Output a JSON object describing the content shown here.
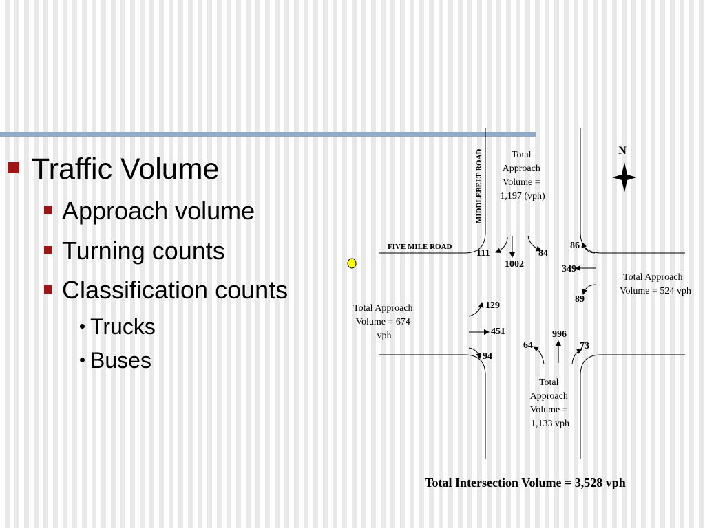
{
  "bullets": {
    "main": "Traffic Volume",
    "sub": [
      "Approach volume",
      "Turning counts",
      "Classification counts"
    ],
    "subsub": [
      "Trucks",
      "Buses"
    ]
  },
  "diagram": {
    "north_label": "N",
    "road_ns": "MIDDLEBELT ROAD",
    "road_ew": "FIVE MILE ROAD",
    "north_approach": [
      "Total",
      "Approach",
      "Volume =",
      "1,197 (vph)"
    ],
    "east_approach": [
      "Total Approach",
      "Volume = 524 vph"
    ],
    "west_approach": [
      "Total Approach",
      "Volume = 674",
      "vph"
    ],
    "south_approach": [
      "Total",
      "Approach",
      "Volume =",
      "1,133 vph"
    ],
    "counts": {
      "sb_right": "111",
      "sb_through": "1002",
      "sb_left": "84",
      "wb_right": "86",
      "wb_through": "349",
      "wb_left": "89",
      "eb_left": "129",
      "eb_through": "451",
      "eb_right": "94",
      "nb_left": "64",
      "nb_through": "996",
      "nb_right": "73"
    },
    "total": "Total Intersection Volume = 3,528 vph"
  },
  "colors": {
    "accent_bar": "#8faacb",
    "bullet": "#a01414",
    "marker": "#ffff00"
  }
}
